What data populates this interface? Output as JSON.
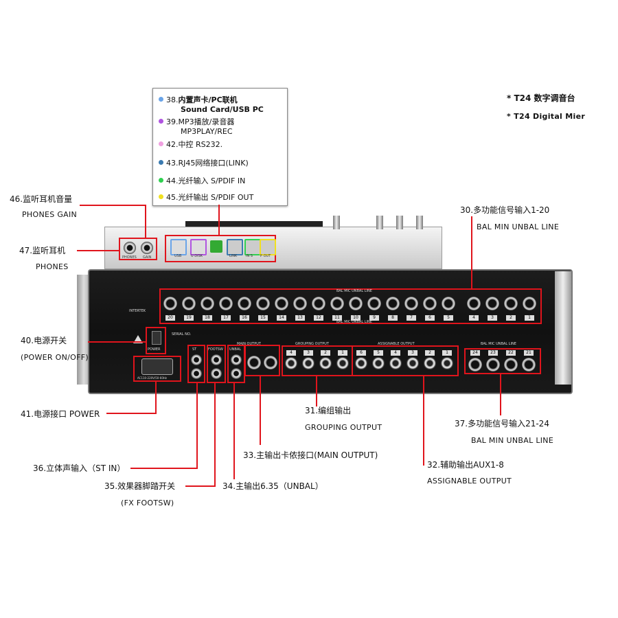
{
  "title_lines": [
    "* T24 数字调音台",
    "* T24 Digital Mier"
  ],
  "legend": [
    {
      "num": "38.",
      "cn": "内置声卡/PC联机",
      "en": "Sound Card/USB PC",
      "color": "#6aa4e8"
    },
    {
      "num": "39.",
      "cn": "MP3播放/录音器",
      "en": "MP3PLAY/REC",
      "color": "#b054e0"
    },
    {
      "num": "42.",
      "cn": "中控 RS232.",
      "en": "",
      "color": "#f0a0e0"
    },
    {
      "num": "43.",
      "cn": "RJ45网络接口(LINK)",
      "en": "",
      "color": "#3a7ab0"
    },
    {
      "num": "44.",
      "cn": "光纤输入 S/PDIF IN",
      "en": "",
      "color": "#2fd050"
    },
    {
      "num": "45.",
      "cn": "光纤输出 S/PDIF OUT",
      "en": "",
      "color": "#f0e020"
    }
  ],
  "callouts": {
    "c46": {
      "cn": "46.监听耳机音量",
      "en": "PHONES GAIN"
    },
    "c47": {
      "cn": "47.监听耳机",
      "en": "PHONES"
    },
    "c40": {
      "cn": "40.电源开关",
      "en": "(POWER ON/OFF)"
    },
    "c41": {
      "cn": "41.电源接口 POWER",
      "en": ""
    },
    "c36": {
      "cn": "36.立体声输入（ST IN）",
      "en": ""
    },
    "c35": {
      "cn": "35.效果器脚踏开关",
      "en": "(FX FOOTSW)"
    },
    "c34": {
      "cn": "34.主输出6.35（UNBAL）",
      "en": ""
    },
    "c33": {
      "cn": "33.主输出卡侬接口(MAIN OUTPUT)",
      "en": ""
    },
    "c31": {
      "cn": "31.编组输出",
      "en": "GROUPING OUTPUT"
    },
    "c32": {
      "cn": "32.辅助输出AUX1-8",
      "en": "ASSIGNABLE OUTPUT"
    },
    "c30": {
      "cn": "30.多功能信号输入1-20",
      "en": "BAL MIN UNBAL LINE"
    },
    "c37": {
      "cn": "37.多功能信号输入21-24",
      "en": "BAL MIN UNBAL LINE"
    }
  },
  "panel": {
    "bal_mic_unbal_line": "BAL MIC UNBAL LINE",
    "input_numbers": [
      "20",
      "19",
      "18",
      "17",
      "16",
      "15",
      "14",
      "13",
      "12",
      "11",
      "10",
      "9",
      "8",
      "7",
      "6",
      "5",
      "4",
      "3",
      "2",
      "1"
    ],
    "input_numbers_b": [
      "24",
      "23",
      "22",
      "21"
    ],
    "grouping_output": "GROUPING OUTPUT",
    "assignable_output": "ASSIGNABLE OUTPUT",
    "main_output": "MAIN OUTPUT",
    "grouping_nums": [
      "4",
      "3",
      "2",
      "1"
    ],
    "assignable_nums": [
      "6",
      "5",
      "4",
      "3",
      "2",
      "1"
    ],
    "serial_no": "SERIAL NO.",
    "power": "POWER",
    "intertek": "INTERTEK",
    "st": "ST",
    "footsw": "FOOTSW",
    "unbal": "UNBAL",
    "ac_label": "AC110-220V/50-60Hz",
    "usb": "USB",
    "udisk": "U DISK",
    "link": "LINK",
    "in_s": "IN S",
    "p_out": "P OUT",
    "phones": "PHONES",
    "gain": "GAIN"
  }
}
